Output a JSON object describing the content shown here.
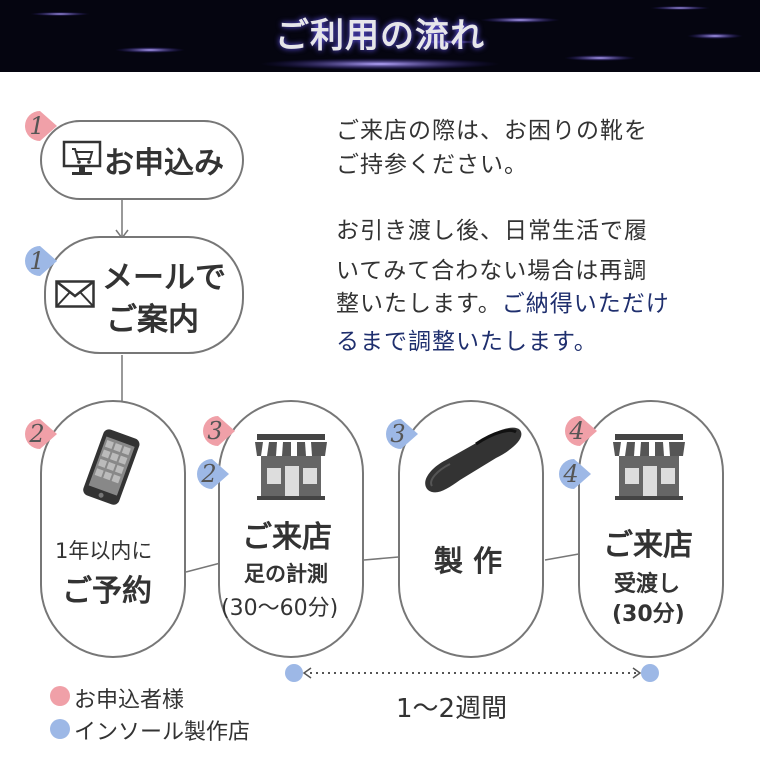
{
  "header": {
    "title": "ご利用の流れ"
  },
  "colors": {
    "pink": "#f0a0a8",
    "blue": "#9db8e6",
    "navy": "#1f2f6e"
  },
  "steps": {
    "apply": {
      "badge": "1",
      "label": "お申込み",
      "icon": "computer-cart-icon"
    },
    "mail": {
      "badge": "1",
      "line1": "メールで",
      "line2": "ご案内",
      "icon": "envelope-icon"
    },
    "reserve": {
      "badge": "2",
      "line1": "1年以内に",
      "line2": "ご予約",
      "icon": "smartphone-icon"
    },
    "visit": {
      "badge_pink": "3",
      "badge_blue": "2",
      "line1": "ご来店",
      "line2": "足の計測",
      "line3": "(30〜60分)",
      "icon": "store-icon"
    },
    "make": {
      "badge": "3",
      "label": "製 作",
      "icon": "insole-icon"
    },
    "pickup": {
      "badge_pink": "4",
      "badge_blue": "4",
      "line1": "ご来店",
      "line2": "受渡し",
      "line3": "(30分)",
      "icon": "store-icon"
    }
  },
  "notes": {
    "p1_l1": "ご来店の際は、お困りの靴を",
    "p1_l2": "ご持参ください。",
    "p2_l1": "お引き渡し後、日常生活で履",
    "p2_l2": "いてみて合わない場合は再調",
    "p2_l3a": "整いたします。",
    "p2_l3b": "ご納得いただけ",
    "p2_l4": "るまで調整いたします。"
  },
  "duration": "1〜2週間",
  "legend": [
    {
      "label": "お申込者様",
      "color": "#f0a0a8"
    },
    {
      "label": "インソール製作店",
      "color": "#9db8e6"
    }
  ]
}
